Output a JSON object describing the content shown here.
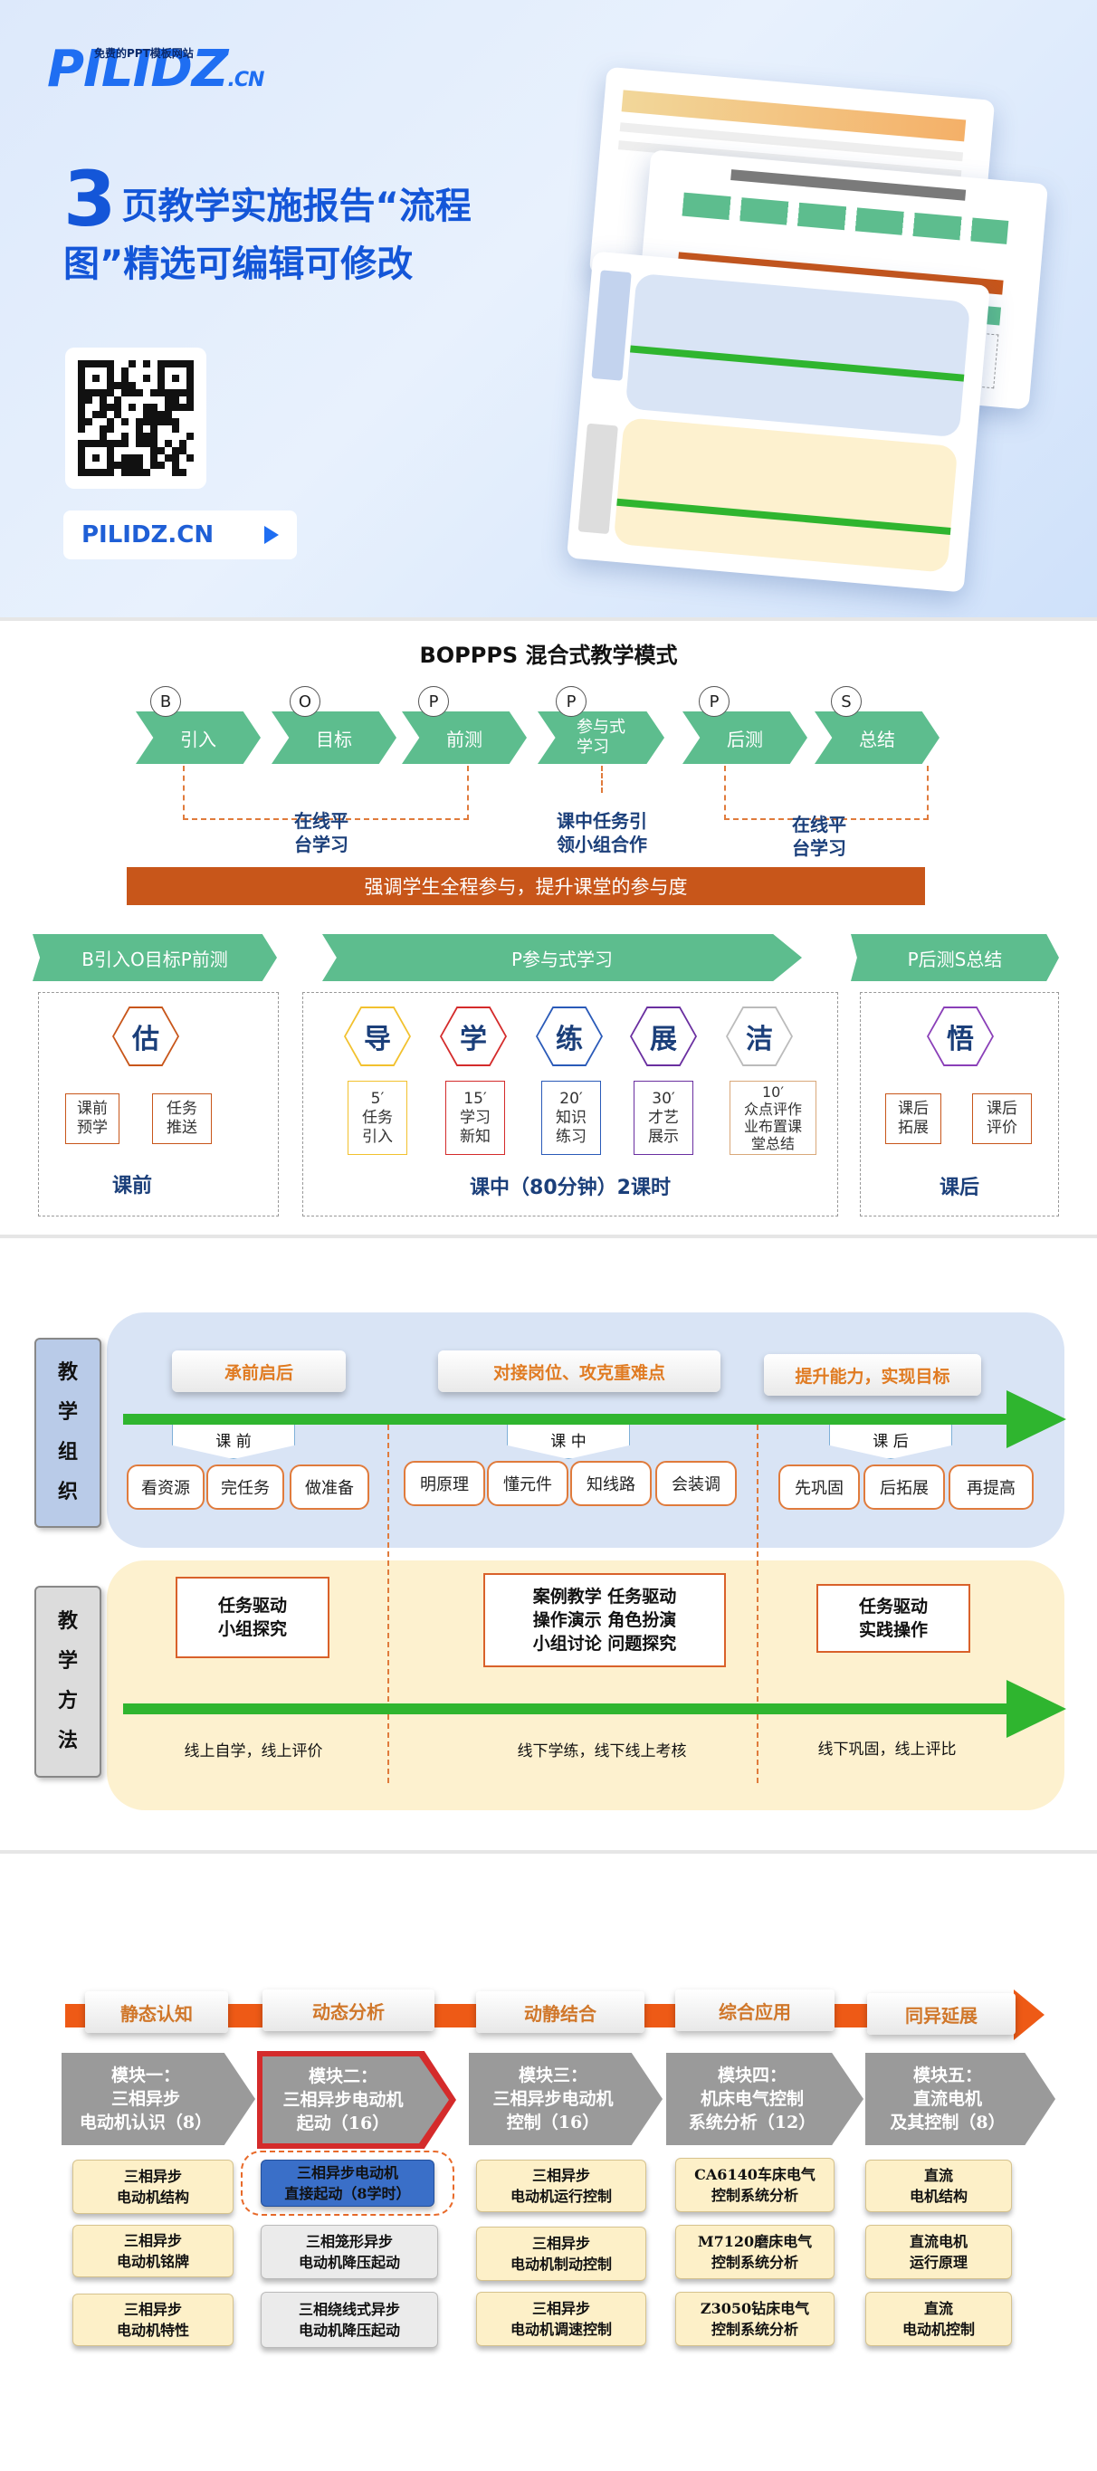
{
  "banner": {
    "logo_text": "PILIDZ",
    "logo_suffix": ".CN",
    "logo_tagline": "免费的PPT模板网站",
    "headline_number": "3",
    "headline_text": "页教学实施报告“流程图”精选可编辑可修改",
    "url_button_label": "PILIDZ.CN",
    "qr_icon": "qr-code-icon",
    "play_icon": "play-triangle-icon"
  },
  "boppps": {
    "title": "BOPPPS 混合式教学模式",
    "steps": [
      {
        "letter": "B",
        "label": "引入"
      },
      {
        "letter": "O",
        "label": "目标"
      },
      {
        "letter": "P",
        "label": "前测"
      },
      {
        "letter": "P",
        "label": "参与式\n学习"
      },
      {
        "letter": "P",
        "label": "后测"
      },
      {
        "letter": "S",
        "label": "总结"
      }
    ],
    "mid_texts": [
      "在线平\n台学习",
      "课中任务引\n领小组合作",
      "在线平\n台学习"
    ],
    "orange_bar": "强调学生全程参与，提升课堂的参与度",
    "groups": [
      {
        "header": "B引入O目标P前测",
        "hex": "估",
        "boxes": [
          "课前\n预学",
          "任务\n推送"
        ],
        "caption": "课前"
      },
      {
        "header": "P参与式学习",
        "caption": "课中（80分钟）2课时",
        "items": [
          {
            "hex": "导",
            "box": "5′\n任务\n引入",
            "color": "#f2c12e"
          },
          {
            "hex": "学",
            "box": "15′\n学习\n新知",
            "color": "#d42b2b"
          },
          {
            "hex": "练",
            "box": "20′\n知识\n练习",
            "color": "#2a5ab8"
          },
          {
            "hex": "展",
            "box": "30′\n才艺\n展示",
            "color": "#6a2fa0"
          },
          {
            "hex": "洁",
            "box": "10′\n众点评作\n业布置课\n堂总结",
            "color": "#bbbbbb"
          }
        ]
      },
      {
        "header": "P后测S总结",
        "hex": "悟",
        "boxes": [
          "课后\n拓展",
          "课后\n评价"
        ],
        "caption": "课后"
      }
    ]
  },
  "teaching": {
    "org_label": [
      "教",
      "学",
      "组",
      "织"
    ],
    "method_label": [
      "教",
      "学",
      "方",
      "法"
    ],
    "pills": [
      "承前启后",
      "对接岗位、攻克重难点",
      "提升能力，实现目标"
    ],
    "phase_tags": [
      "课  前",
      "课  中",
      "课  后"
    ],
    "activities": [
      [
        "看资源",
        "完任务",
        "做准备"
      ],
      [
        "明原理",
        "懂元件",
        "知线路",
        "会装调"
      ],
      [
        "先巩固",
        "后拓展",
        "再提高"
      ]
    ],
    "methods": [
      "任务驱动\n小组探究",
      "案例教学    任务驱动\n操作演示    角色扮演\n小组讨论    问题探究",
      "任务驱动\n实践操作"
    ],
    "footers": [
      "线上自学，线上评价",
      "线下学练，线下线上考核",
      "线下巩固，线上评比"
    ],
    "colors": {
      "org_bg": "#d9e4f5",
      "method_bg": "#fdf1cf",
      "arrow": "#2fb52f"
    }
  },
  "modules": {
    "stages": [
      "静态认知",
      "动态分析",
      "动静结合",
      "综合应用",
      "同异延展"
    ],
    "heads": [
      "模块一：\n三相异步\n电动机认识（8）",
      "模块二：\n三相异步电动机\n起动（16）",
      "模块三：\n三相异步电动机\n控制（16）",
      "模块四：\n机床电气控制\n系统分析（12）",
      "模块五：\n直流电机\n及其控制（8）"
    ],
    "cards": [
      [
        "三相异步\n电动机结构",
        "三相异步\n电动机铭牌",
        "三相异步\n电动机特性"
      ],
      [
        "三相异步电动机\n直接起动（8学时）",
        "三相笼形异步\n电动机降压起动",
        "三相绕线式异步\n电动机降压起动"
      ],
      [
        "三相异步\n电动机运行控制",
        "三相异步\n电动机制动控制",
        "三相异步\n电动机调速控制"
      ],
      [
        "CA6140车床电气\n控制系统分析",
        "M7120磨床电气\n控制系统分析",
        "Z3050钻床电气\n控制系统分析"
      ],
      [
        "直流\n电机结构",
        "直流电机\n运行原理",
        "直流\n电动机控制"
      ]
    ],
    "highlight_color": "#3a6fc8",
    "timeline_color": "#ee5a16"
  }
}
